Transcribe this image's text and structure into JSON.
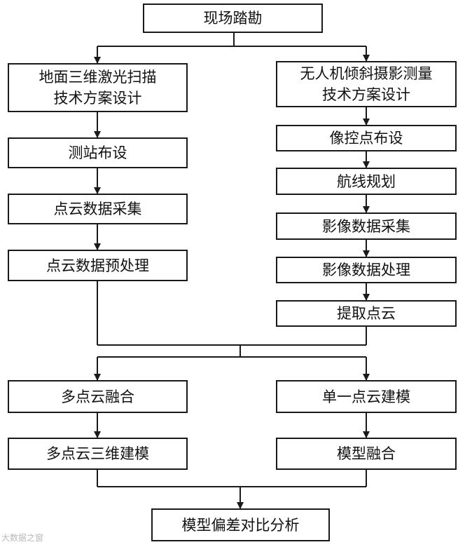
{
  "start": "现场踏勘",
  "left": {
    "design": "地面三维激光扫描\n技术方案设计",
    "steps": [
      "测站布设",
      "点云数据采集",
      "点云数据预处理"
    ]
  },
  "right": {
    "design": "无人机倾斜摄影测量\n技术方案设计",
    "steps": [
      "像控点布设",
      "航线规划",
      "影像数据采集",
      "影像数据处理",
      "提取点云"
    ]
  },
  "lower_left": [
    "多点云融合",
    "多点云三维建模"
  ],
  "lower_right": [
    "单一点云建模",
    "模型融合"
  ],
  "end": "模型偏差对比分析",
  "watermark": "大数据之窗"
}
